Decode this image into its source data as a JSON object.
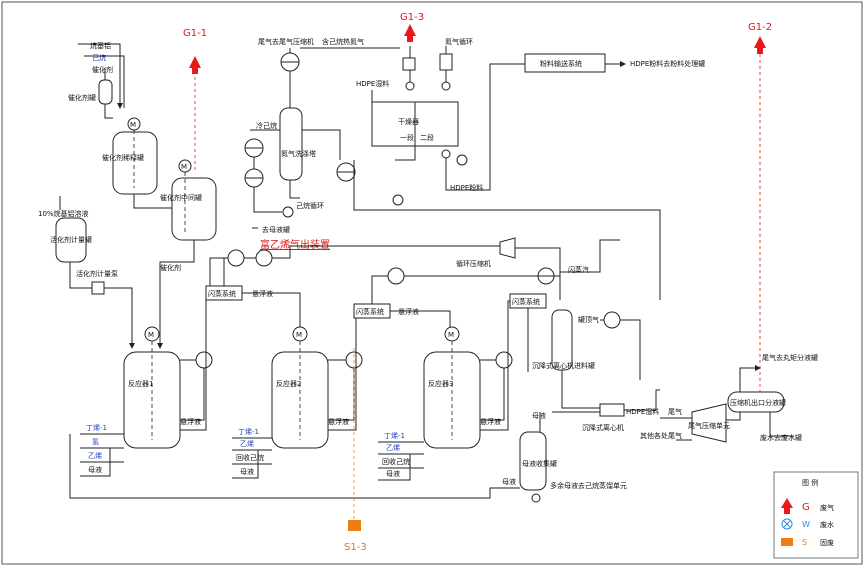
{
  "streams": {
    "g1_1": "G1-1",
    "g1_2": "G1-2",
    "g1_3": "G1-3",
    "s1_3": "S1-3"
  },
  "labels": {
    "alkyl_al": "烷基铝",
    "hexane_in": "己烷",
    "catalyst_in": "催化剂",
    "catalyst_tank": "催化剂罐",
    "cat_dilution": "催化剂稀释罐",
    "cat_intermediate": "催化剂中间罐",
    "activator_sol": "10%烷基铝溶液",
    "activator_tank": "活化剂计量罐",
    "activator_pump": "活化剂计量泵",
    "catalyst_line": "催化剂",
    "tail_gas_comp": "尾气去尾气压缩机",
    "cold_hexane": "冷己烷",
    "n2_wash": "氮气洗涤塔",
    "hexane_recycle": "己烷循环",
    "to_mother": "去母液罐",
    "hexane_n2": "含己烷热氮气",
    "n2_recycle": "氮气循环",
    "hdpe_wet": "HDPE湿料",
    "dryer": "干燥器",
    "stage1": "一段",
    "stage2": "二段",
    "hdpe_powder": "HDPE粉料",
    "powder_convey": "粉料输送系统",
    "powder_to": "HDPE粉料去粉料处理罐",
    "ethylene_rich": "富乙烯气出装置",
    "recycle_comp": "循环压缩机",
    "flash_gas": "闪蒸汽",
    "flash_sys_1": "闪蒸系统",
    "flash_sys_2": "闪蒸系统",
    "flash_sys_3": "闪蒸系统",
    "slurry_1": "悬浮液",
    "slurry_2": "悬浮液",
    "slurry_3": "悬浮液",
    "slurry_r1": "悬浮液",
    "slurry_r2": "悬浮液",
    "slurry_r3": "悬浮液",
    "reactor_1": "反应器1",
    "reactor_2": "反应器2",
    "reactor_3": "反应器3",
    "seal_gas": "罐顶气",
    "centrifuge_tank": "沉降式离心机进料罐",
    "centrifuge": "沉降式离心机",
    "tail_gas": "尾气",
    "other_tail": "其他各处尾气",
    "tail_comp_unit": "尾气压缩单元",
    "mother_liquor": "母液",
    "mother_tank": "母液收集罐",
    "excess_mother": "多余母液去己烷蒸馏单元",
    "comp_outlet": "压缩机出口分液罐",
    "tail_to_sep": "尾气去丸矩分液罐",
    "waste_water": "废水去废水罐",
    "r1_butene": "丁烯-1",
    "r1_h2": "氢",
    "r1_ethylene": "乙烯",
    "r1_mother": "母液",
    "r2_butene": "丁烯-1",
    "r2_ethylene": "乙烯",
    "r2_recovered": "回收己烷",
    "r2_mother": "母液",
    "r3_butene": "丁烯-1",
    "r3_ethylene": "乙烯",
    "r3_recovered": "回收己烷",
    "r3_mother": "母液"
  },
  "legend": {
    "title": "图 例",
    "gas_code": "G",
    "gas": "废气",
    "water_code": "W",
    "water": "废水",
    "solid_code": "S",
    "solid": "固废"
  },
  "colors": {
    "gas_arrow": "#e8191b",
    "water_mark": "#2e8ae6",
    "solid_mark": "#f07d14",
    "label_blue": "#1f3fbf"
  }
}
